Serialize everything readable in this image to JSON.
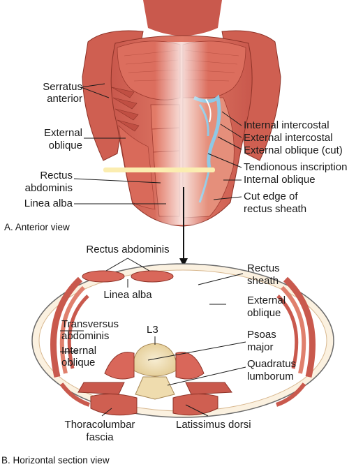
{
  "panel_a": {
    "caption": "A.  Anterior view",
    "labels": {
      "serratus_anterior_1": "Serratus",
      "serratus_anterior_2": "anterior",
      "external_oblique_1": "External",
      "external_oblique_2": "oblique",
      "rectus_abdominis_1": "Rectus",
      "rectus_abdominis_2": "abdominis",
      "linea_alba": "Linea alba",
      "internal_intercostal": "Internal intercostal",
      "external_intercostal": "External intercostal",
      "external_oblique_cut": "External oblique (cut)",
      "tendinous_inscription": "Tendionous inscription",
      "internal_oblique": "Internal oblique",
      "cut_edge_1": "Cut edge of",
      "cut_edge_2": "rectus sheath"
    }
  },
  "panel_b": {
    "caption": "B. Horizontal section view",
    "labels": {
      "rectus_abdominis": "Rectus abdominis",
      "linea_alba": "Linea alba",
      "rectus_sheath_1": "Rectus",
      "rectus_sheath_2": "sheath",
      "external_oblique_1": "External",
      "external_oblique_2": "oblique",
      "transversus_1": "Transversus",
      "transversus_2": "abdominis",
      "internal_oblique_1": "Internal",
      "internal_oblique_2": "oblique",
      "l3": "L3",
      "psoas_1": "Psoas",
      "psoas_2": "major",
      "quadratus_1": "Quadratus",
      "quadratus_2": "lumborum",
      "thoracolumbar_1": "Thoracolumbar",
      "thoracolumbar_2": "fascia",
      "latissimus": "Latissimus dorsi"
    }
  },
  "colors": {
    "muscle": "#d9675a",
    "muscle_dark": "#b8473d",
    "muscle_light": "#ef9a86",
    "fascia": "#f4e3c8",
    "bone": "#f0e2b8",
    "section_plane": "#fbedb0",
    "nerve_blue": "#8ec9e6",
    "leader": "#1a1a1a"
  }
}
